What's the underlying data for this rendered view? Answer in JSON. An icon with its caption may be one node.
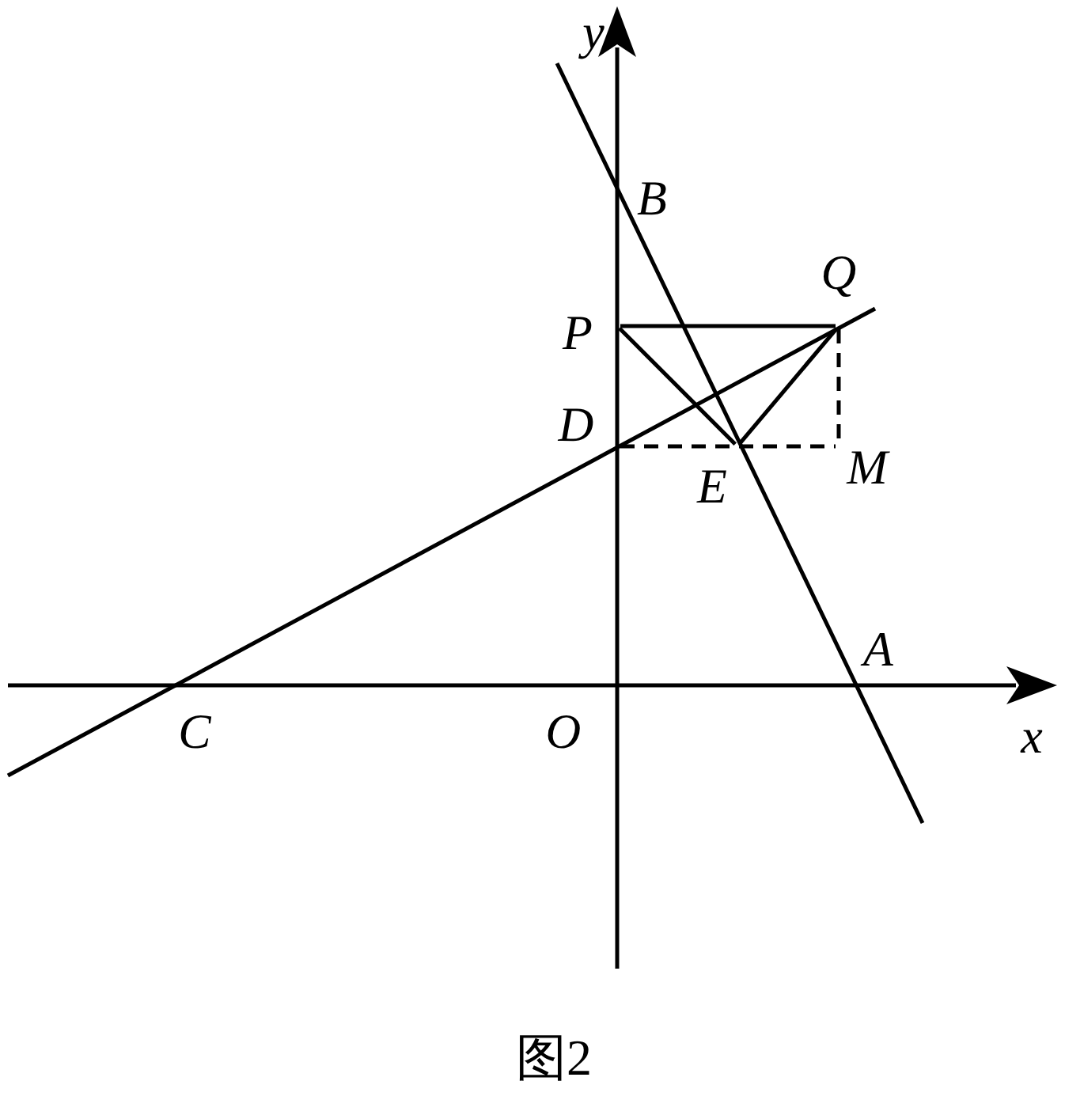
{
  "diagram": {
    "caption": "图2",
    "nodes": [
      {
        "text": [
          "B"
        ]
      },
      {
        "text": [
          "Q"
        ]
      },
      {
        "text": [
          "P"
        ]
      },
      {
        "text": [
          "D"
        ]
      },
      {
        "text": [
          "M"
        ]
      },
      {
        "text": [
          "E"
        ]
      },
      {
        "text": [
          "A"
        ]
      },
      {
        "text": [
          "C"
        ]
      },
      {
        "text": [
          "O"
        ]
      }
    ],
    "edges": [
      {
        "from": 2,
        "to": 1,
        "arrow": "none"
      },
      {
        "from": 2,
        "to": 5,
        "arrow": "none"
      },
      {
        "from": 5,
        "to": 1,
        "arrow": "none"
      },
      {
        "from": 1,
        "to": 4,
        "arrow": "none",
        "style": "dashed"
      },
      {
        "from": 3,
        "to": 4,
        "arrow": "none",
        "style": "dashed"
      }
    ],
    "labels": [
      "y",
      "x"
    ]
  }
}
